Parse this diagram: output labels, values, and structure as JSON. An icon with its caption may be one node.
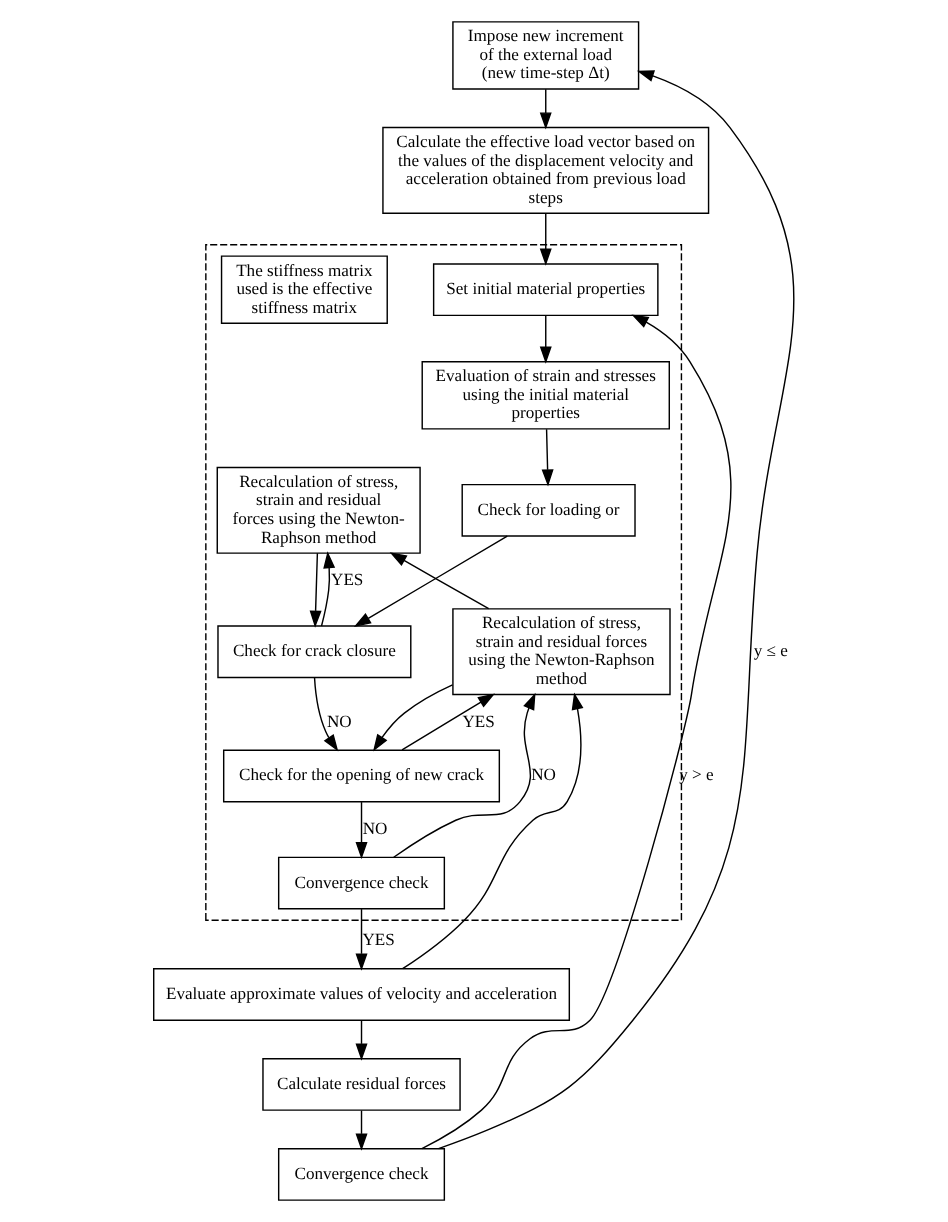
{
  "diagram": {
    "nodes": [
      {
        "text": [
          "Calculate the effective load vector based on the values of the displacement velocity and acceleration obtained from previous load steps"
        ]
      },
      {
        "text": [
          "Impose new increment of the external load (new time-step Δt)"
        ]
      },
      {
        "text": [],
        "shape": "box"
      },
      {
        "text": [
          "Set initial material properties"
        ],
        "in": 2
      },
      {
        "text": [
          "The stiffness matrix used is the effective stiffness matrix"
        ],
        "in": 2
      },
      {
        "text": [
          "Evaluation of strain and stresses using the initial material properties"
        ],
        "in": 2
      },
      {
        "text": [
          "Recalculation of stress, strain and residual forces using the Newton-Raphson method"
        ],
        "in": 2
      },
      {
        "text": [
          "Check for loading or"
        ],
        "in": 2
      },
      {
        "text": [
          "Check for crack closure"
        ],
        "in": 2
      },
      {
        "text": [
          "Recalculation of stress, strain and residual forces using the Newton-Raphson method"
        ],
        "in": 2
      },
      {
        "text": [
          "Check for the opening of new crack"
        ],
        "in": 2
      },
      {
        "text": [
          "Convergence check"
        ],
        "in": 2
      },
      {
        "text": [
          "Evaluate approximate values of velocity and acceleration"
        ]
      },
      {
        "text": [
          "Calculate residual forces"
        ]
      },
      {
        "text": [
          "Convergence check"
        ]
      }
    ],
    "edges": [
      {
        "from": 1,
        "to": 0,
        "arrow": "to"
      },
      {
        "from": 0,
        "to": 3,
        "arrow": "to"
      },
      {
        "from": 14,
        "to": 3,
        "arrow": "to",
        "label": "y > e"
      },
      {
        "from": 14,
        "to": 1,
        "arrow": "to",
        "label": "y ≤ e"
      },
      {
        "from": 3,
        "to": 5,
        "arrow": "to"
      },
      {
        "from": 5,
        "to": 7,
        "arrow": "to"
      },
      {
        "from": 7,
        "to": 8,
        "arrow": "to"
      },
      {
        "from": 6,
        "to": 8,
        "arrow": "to"
      },
      {
        "from": 8,
        "to": 6,
        "arrow": "to",
        "label": "YES"
      },
      {
        "from": 8,
        "to": 10,
        "arrow": "to",
        "label": "NO"
      },
      {
        "from": 9,
        "to": 10,
        "arrow": "to"
      },
      {
        "from": 10,
        "to": 9,
        "arrow": "to",
        "label": "YES"
      },
      {
        "from": 10,
        "to": 11,
        "arrow": "to",
        "label": "NO"
      },
      {
        "from": 11,
        "to": 12,
        "arrow": "to",
        "label": "YES"
      },
      {
        "from": 11,
        "to": 9,
        "arrow": "to",
        "label": "NO"
      },
      {
        "from": 12,
        "to": 9,
        "arrow": "to"
      },
      {
        "from": 9,
        "to": 6,
        "arrow": "to"
      },
      {
        "from": 12,
        "to": 13,
        "arrow": "to"
      },
      {
        "from": 13,
        "to": 14,
        "arrow": "to"
      }
    ]
  }
}
